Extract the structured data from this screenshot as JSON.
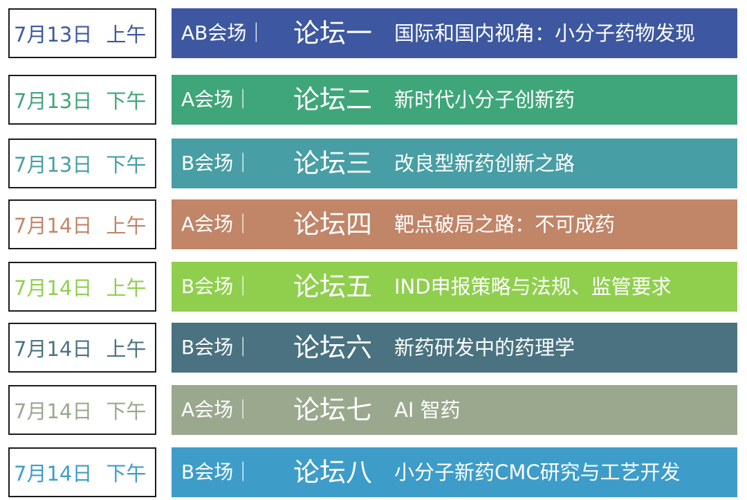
{
  "sessions": [
    {
      "date": "7月13日",
      "time": "上午",
      "venue": "AB会场｜",
      "forum": "论坛一",
      "topic": "国际和国内视角：小分子药物发现",
      "color": "#3d58a0"
    },
    {
      "date": "7月13日",
      "time": "下午",
      "venue": "A会场｜",
      "forum": "论坛二",
      "topic": "新时代小分子创新药",
      "color": "#3fa679"
    },
    {
      "date": "7月13日",
      "time": "下午",
      "venue": "B会场｜",
      "forum": "论坛三",
      "topic": "改良型新药创新之路",
      "color": "#479ea4"
    },
    {
      "date": "7月14日",
      "time": "上午",
      "venue": "A会场｜",
      "forum": "论坛四",
      "topic": "靶点破局之路：不可成药",
      "color": "#c18568"
    },
    {
      "date": "7月14日",
      "time": "上午",
      "venue": "B会场｜",
      "forum": "论坛五",
      "topic": "IND申报策略与法规、监管要求",
      "color": "#8fcf4d"
    },
    {
      "date": "7月14日",
      "time": "上午",
      "venue": "B会场｜",
      "forum": "论坛六",
      "topic": "新药研发中的药理学",
      "color": "#4a7280"
    },
    {
      "date": "7月14日",
      "time": "下午",
      "venue": "A会场｜",
      "forum": "论坛七",
      "topic": "AI 智药",
      "color": "#9aa88e"
    },
    {
      "date": "7月14日",
      "time": "下午",
      "venue": "B会场｜",
      "forum": "论坛八",
      "topic": "小分子新药CMC研究与工艺开发",
      "color": "#3e9cc9"
    }
  ]
}
